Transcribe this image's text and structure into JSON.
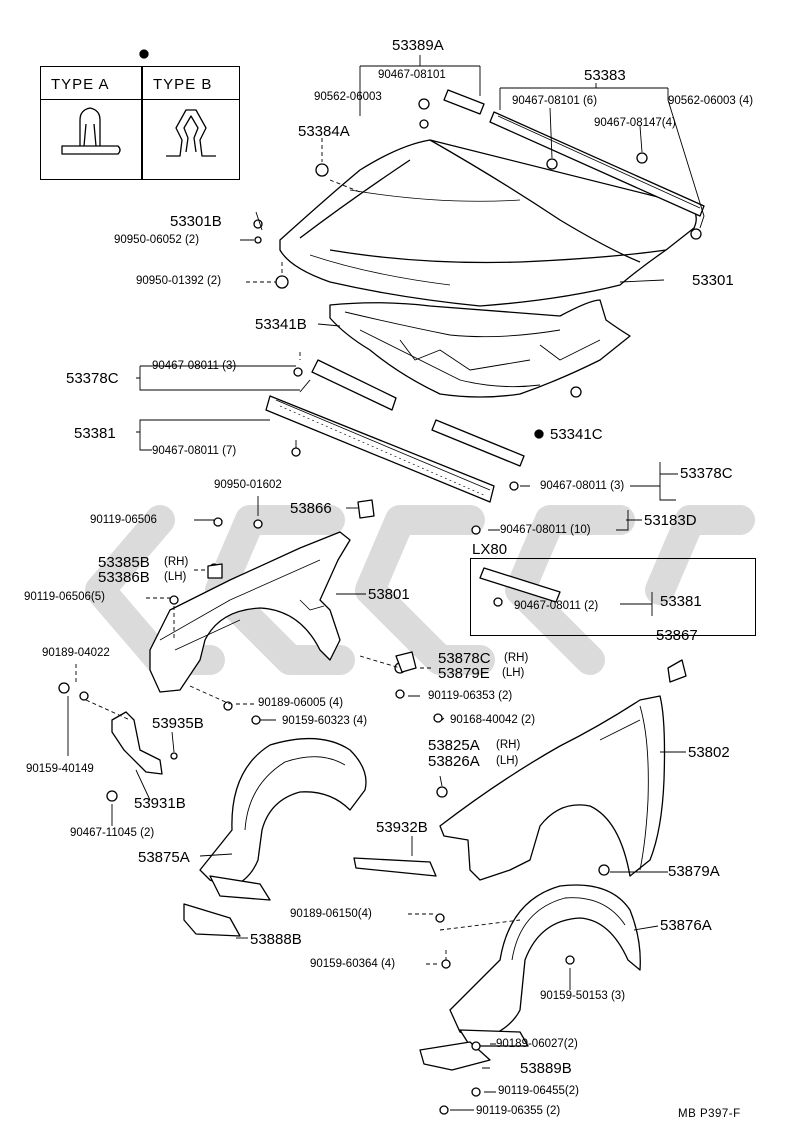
{
  "legend": {
    "symbol": "●",
    "type_a": "TYPE A",
    "type_b": "TYPE B"
  },
  "lx_box_title": "LX80",
  "page_code": "MB  P397-F",
  "colors": {
    "ink": "#000000",
    "watermark": "#c8c8c8"
  },
  "labels": {
    "l53389A": "53389A",
    "l90467_08101_a": "90467-08101",
    "l90562_06003_a": "90562-06003",
    "l53383": "53383",
    "l90467_08101_b": "90467-08101 (6)",
    "l90562_06003_b": "90562-06003 (4)",
    "l90467_08147": "90467-08147(4)",
    "l53384A": "53384A",
    "l53301B": "53301B",
    "l90950_06052": "90950-06052 (2)",
    "l90950_01392": "90950-01392 (2)",
    "l53301": "53301",
    "l53341B": "53341B",
    "l53378C_a": "53378C",
    "l90467_08011_3a": "90467-08011 (3)",
    "l53381": "53381",
    "l90467_08011_7": "90467-08011 (7)",
    "l53341C": "53341C",
    "l53378C_b": "53378C",
    "l90467_08011_3b": "90467-08011 (3)",
    "l90950_01602": "90950-01602",
    "l53866": "53866",
    "l90119_06506": "90119-06506",
    "l53183D": "53183D",
    "l90467_08011_10": "90467-08011 (10)",
    "l53385B": "53385B",
    "l53385B_side": "(RH)",
    "l53386B": "53386B",
    "l53386B_side": "(LH)",
    "l90467_08011_2": "90467-08011 (2)",
    "l53381_lx": "53381",
    "l90119_06506_5": "90119-06506(5)",
    "l53801": "53801",
    "l53867": "53867",
    "l90189_04022": "90189-04022",
    "l53878C": "53878C",
    "l53878C_side": "(RH)",
    "l53879E": "53879E",
    "l53879E_side": "(LH)",
    "l90189_06005": "90189-06005 (4)",
    "l90119_06353": "90119-06353 (2)",
    "l90159_60323": "90159-60323 (4)",
    "l90168_40042": "90168-40042 (2)",
    "l53935B": "53935B",
    "l53825A": "53825A",
    "l53825A_side": "(RH)",
    "l53826A": "53826A",
    "l53826A_side": "(LH)",
    "l53802": "53802",
    "l90159_40149": "90159-40149",
    "l53931B": "53931B",
    "l90467_11045": "90467-11045 (2)",
    "l53932B": "53932B",
    "l53875A": "53875A",
    "l53879A": "53879A",
    "l90189_06150": "90189-06150(4)",
    "l53876A": "53876A",
    "l53888B": "53888B",
    "l90159_60364": "90159-60364 (4)",
    "l90159_50153": "90159-50153 (3)",
    "l90189_06027": "90189-06027(2)",
    "l53889B": "53889B",
    "l90119_06455": "90119-06455(2)",
    "l90119_06355": "90119-06355 (2)"
  }
}
